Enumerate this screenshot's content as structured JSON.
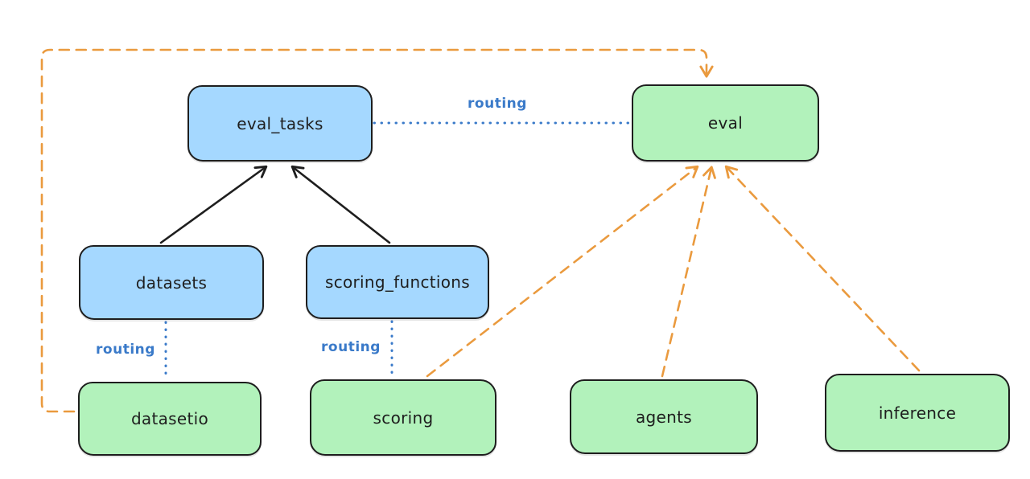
{
  "diagram": {
    "nodes": [
      {
        "id": "eval_tasks",
        "label": "eval_tasks",
        "fill": "blue"
      },
      {
        "id": "eval",
        "label": "eval",
        "fill": "green"
      },
      {
        "id": "datasets",
        "label": "datasets",
        "fill": "blue"
      },
      {
        "id": "scoring_functions",
        "label": "scoring_functions",
        "fill": "blue"
      },
      {
        "id": "datasetio",
        "label": "datasetio",
        "fill": "green"
      },
      {
        "id": "scoring",
        "label": "scoring",
        "fill": "green"
      },
      {
        "id": "agents",
        "label": "agents",
        "fill": "green"
      },
      {
        "id": "inference",
        "label": "inference",
        "fill": "green"
      }
    ],
    "edges": [
      {
        "from": "datasets",
        "to": "eval_tasks",
        "style": "solid",
        "color": "black",
        "arrow": true,
        "label": ""
      },
      {
        "from": "scoring_functions",
        "to": "eval_tasks",
        "style": "solid",
        "color": "black",
        "arrow": true,
        "label": ""
      },
      {
        "from": "eval_tasks",
        "to": "eval",
        "style": "dotted",
        "color": "blue",
        "arrow": false,
        "label": "routing"
      },
      {
        "from": "datasets",
        "to": "datasetio",
        "style": "dotted",
        "color": "blue",
        "arrow": false,
        "label": "routing"
      },
      {
        "from": "scoring_functions",
        "to": "scoring",
        "style": "dotted",
        "color": "blue",
        "arrow": false,
        "label": "routing"
      },
      {
        "from": "datasetio",
        "to": "eval",
        "style": "dashed",
        "color": "orange",
        "arrow": true,
        "label": ""
      },
      {
        "from": "scoring",
        "to": "eval",
        "style": "dashed",
        "color": "orange",
        "arrow": true,
        "label": ""
      },
      {
        "from": "agents",
        "to": "eval",
        "style": "dashed",
        "color": "orange",
        "arrow": true,
        "label": ""
      },
      {
        "from": "inference",
        "to": "eval",
        "style": "dashed",
        "color": "orange",
        "arrow": true,
        "label": ""
      }
    ],
    "colors": {
      "background": "#ffffff",
      "node_stroke": "#1e1e1e",
      "node_text": "#1e1e1e",
      "blue_node_fill": "#a5d8ff",
      "green_node_fill": "#b2f2bb",
      "routing_line": "#3a7ac9",
      "provider_line": "#ea9a3e",
      "dependency_line": "#1e1e1e"
    }
  }
}
